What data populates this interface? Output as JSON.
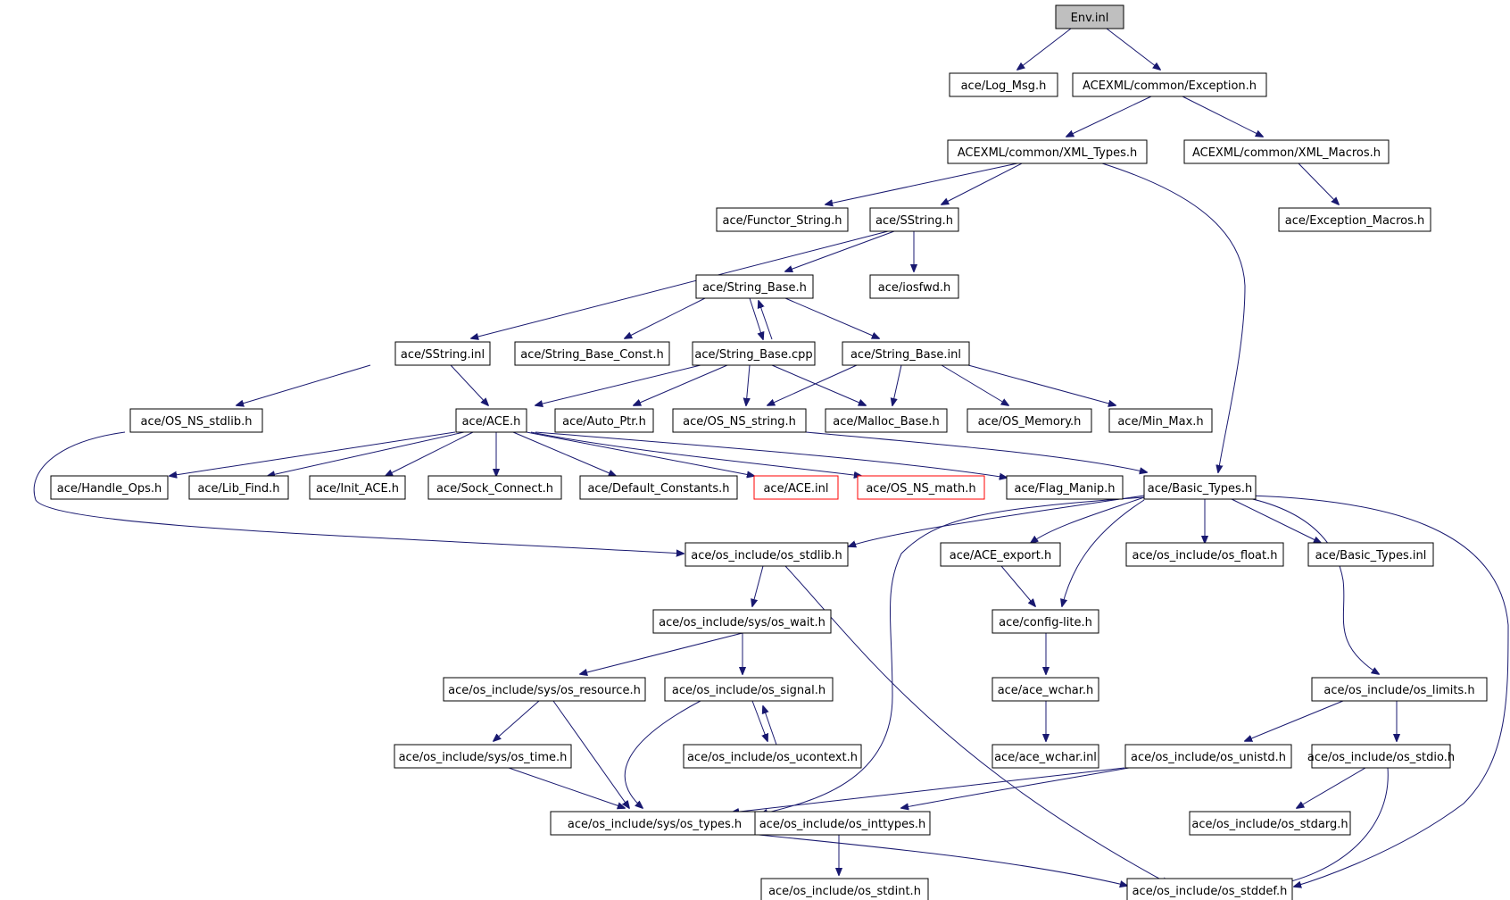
{
  "diagram_title": "Env.inl include dependency graph",
  "colors": {
    "edge": "#191970",
    "box_border": "#000000",
    "missing_border": "#ff0000",
    "root_fill": "#bfbfbf"
  },
  "nodes": [
    {
      "id": "env_inl",
      "label": "Env.inl",
      "style": "root"
    },
    {
      "id": "log_msg",
      "label": "ace/Log_Msg.h"
    },
    {
      "id": "exception_h",
      "label": "ACEXML/common/Exception.h"
    },
    {
      "id": "xml_types",
      "label": "ACEXML/common/XML_Types.h"
    },
    {
      "id": "xml_macros",
      "label": "ACEXML/common/XML_Macros.h"
    },
    {
      "id": "functor_string",
      "label": "ace/Functor_String.h"
    },
    {
      "id": "sstring_h",
      "label": "ace/SString.h"
    },
    {
      "id": "exception_macros",
      "label": "ace/Exception_Macros.h"
    },
    {
      "id": "string_base_h",
      "label": "ace/String_Base.h"
    },
    {
      "id": "iosfwd",
      "label": "ace/iosfwd.h"
    },
    {
      "id": "sstring_inl",
      "label": "ace/SString.inl"
    },
    {
      "id": "string_base_const",
      "label": "ace/String_Base_Const.h"
    },
    {
      "id": "string_base_cpp",
      "label": "ace/String_Base.cpp"
    },
    {
      "id": "string_base_inl",
      "label": "ace/String_Base.inl"
    },
    {
      "id": "os_ns_stdlib",
      "label": "ace/OS_NS_stdlib.h"
    },
    {
      "id": "ace_h",
      "label": "ace/ACE.h"
    },
    {
      "id": "auto_ptr",
      "label": "ace/Auto_Ptr.h"
    },
    {
      "id": "os_ns_string",
      "label": "ace/OS_NS_string.h"
    },
    {
      "id": "malloc_base",
      "label": "ace/Malloc_Base.h"
    },
    {
      "id": "os_memory",
      "label": "ace/OS_Memory.h"
    },
    {
      "id": "min_max",
      "label": "ace/Min_Max.h"
    },
    {
      "id": "handle_ops",
      "label": "ace/Handle_Ops.h"
    },
    {
      "id": "lib_find",
      "label": "ace/Lib_Find.h"
    },
    {
      "id": "init_ace",
      "label": "ace/Init_ACE.h"
    },
    {
      "id": "sock_connect",
      "label": "ace/Sock_Connect.h"
    },
    {
      "id": "default_constants",
      "label": "ace/Default_Constants.h"
    },
    {
      "id": "ace_inl",
      "label": "ace/ACE.inl",
      "style": "red"
    },
    {
      "id": "os_ns_math",
      "label": "ace/OS_NS_math.h",
      "style": "red"
    },
    {
      "id": "flag_manip",
      "label": "ace/Flag_Manip.h"
    },
    {
      "id": "basic_types_h",
      "label": "ace/Basic_Types.h"
    },
    {
      "id": "os_stdlib",
      "label": "ace/os_include/os_stdlib.h"
    },
    {
      "id": "ace_export",
      "label": "ace/ACE_export.h"
    },
    {
      "id": "os_float",
      "label": "ace/os_include/os_float.h"
    },
    {
      "id": "basic_types_inl",
      "label": "ace/Basic_Types.inl"
    },
    {
      "id": "sys_os_wait",
      "label": "ace/os_include/sys/os_wait.h"
    },
    {
      "id": "config_lite",
      "label": "ace/config-lite.h"
    },
    {
      "id": "sys_os_resource",
      "label": "ace/os_include/sys/os_resource.h"
    },
    {
      "id": "os_signal",
      "label": "ace/os_include/os_signal.h"
    },
    {
      "id": "ace_wchar_h",
      "label": "ace/ace_wchar.h"
    },
    {
      "id": "os_limits",
      "label": "ace/os_include/os_limits.h"
    },
    {
      "id": "sys_os_time",
      "label": "ace/os_include/sys/os_time.h"
    },
    {
      "id": "os_ucontext",
      "label": "ace/os_include/os_ucontext.h"
    },
    {
      "id": "ace_wchar_inl",
      "label": "ace/ace_wchar.inl"
    },
    {
      "id": "os_unistd",
      "label": "ace/os_include/os_unistd.h"
    },
    {
      "id": "os_stdio",
      "label": "ace/os_include/os_stdio.h"
    },
    {
      "id": "sys_os_types",
      "label": "ace/os_include/sys/os_types.h"
    },
    {
      "id": "os_inttypes",
      "label": "ace/os_include/os_inttypes.h"
    },
    {
      "id": "os_stdarg",
      "label": "ace/os_include/os_stdarg.h"
    },
    {
      "id": "os_stdint",
      "label": "ace/os_include/os_stdint.h"
    },
    {
      "id": "os_stddef",
      "label": "ace/os_include/os_stddef.h"
    }
  ]
}
